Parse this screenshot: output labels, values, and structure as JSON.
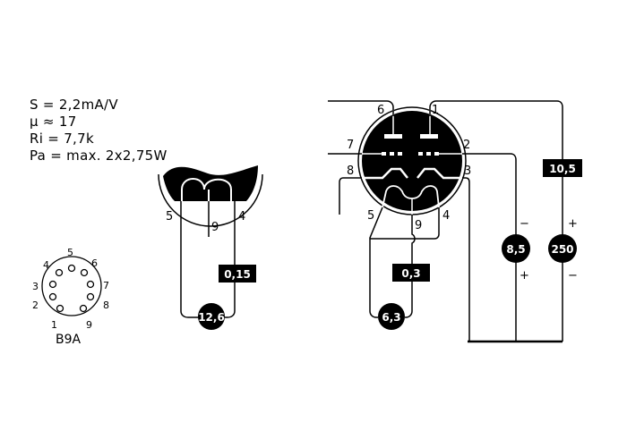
{
  "specs": {
    "lines": [
      "S = 2,2mA/V",
      "μ ≈ 17",
      "Ri = 7,7k",
      "Pa = max. 2x2,75W"
    ]
  },
  "socket": {
    "type_label": "B9A",
    "pins": [
      "1",
      "2",
      "3",
      "4",
      "5",
      "6",
      "7",
      "8",
      "9"
    ]
  },
  "heater_series": {
    "pins": {
      "left": "5",
      "mid": "9",
      "right": "4"
    },
    "current_label": "0,15",
    "voltage_label": "12,6"
  },
  "main_tube": {
    "pins": {
      "p1": "1",
      "p2": "2",
      "p3": "3",
      "p4": "4",
      "p5": "5",
      "p6": "6",
      "p7": "7",
      "p8": "8",
      "p9": "9"
    },
    "heater_current_label": "0,3",
    "heater_voltage_label": "6,3",
    "grid_voltage_label": "8,5",
    "anode_voltage_label": "250",
    "anode_current_label": "10,5",
    "polarity": {
      "grid_top": "−",
      "grid_bottom": "+",
      "anode_top": "+",
      "anode_bottom": "−"
    }
  }
}
